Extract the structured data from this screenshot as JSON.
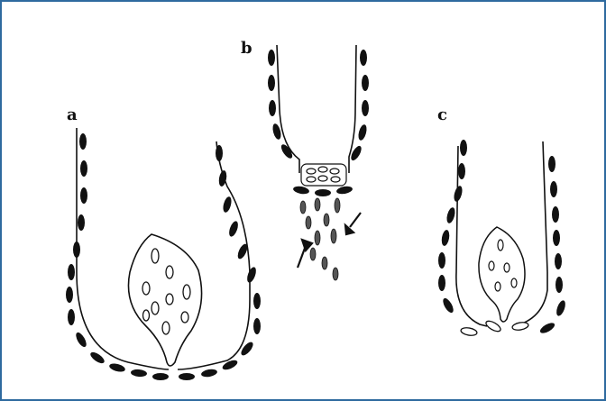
{
  "panels": {
    "a": {
      "label": "a"
    },
    "b": {
      "label": "b"
    },
    "c": {
      "label": "c"
    }
  },
  "colors": {
    "border": "#2e6a9f",
    "ink": "#111111",
    "background": "#ffffff"
  },
  "icons": {
    "arrow": "arrow-icon"
  }
}
